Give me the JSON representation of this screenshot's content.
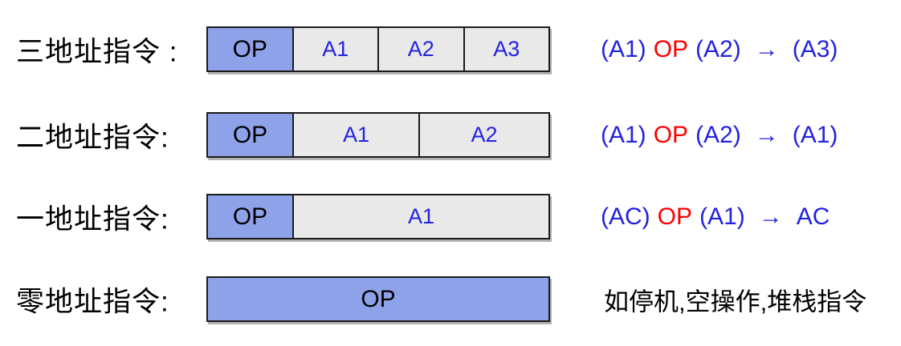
{
  "diagram": {
    "colors": {
      "op_cell_bg": "#8ea2ea",
      "addr_cell_bg": "#e9e9e9",
      "box_border": "#1b1b1b",
      "formula_blue": "#2222e0",
      "operator_red": "#ff0000",
      "text_black": "#000000"
    },
    "rows": [
      {
        "label": "三地址指令 :",
        "cells": [
          "OP",
          "A1",
          "A2",
          "A3"
        ],
        "formula": {
          "operand1": "(A1)",
          "operator": "OP",
          "operand2": "(A2)",
          "arrow": "→",
          "result": "(A3)"
        }
      },
      {
        "label": "二地址指令:",
        "cells": [
          "OP",
          "A1",
          "A2"
        ],
        "formula": {
          "operand1": "(A1)",
          "operator": "OP",
          "operand2": "(A2)",
          "arrow": "→",
          "result": "(A1)"
        }
      },
      {
        "label": "一地址指令:",
        "cells": [
          "OP",
          "A1"
        ],
        "formula": {
          "operand1": "(AC)",
          "operator": "OP",
          "operand2": "(A1)",
          "arrow": "→",
          "result": "AC"
        }
      },
      {
        "label": "零地址指令:",
        "cells": [
          "OP"
        ],
        "note": "如停机,空操作,堆栈指令"
      }
    ]
  }
}
